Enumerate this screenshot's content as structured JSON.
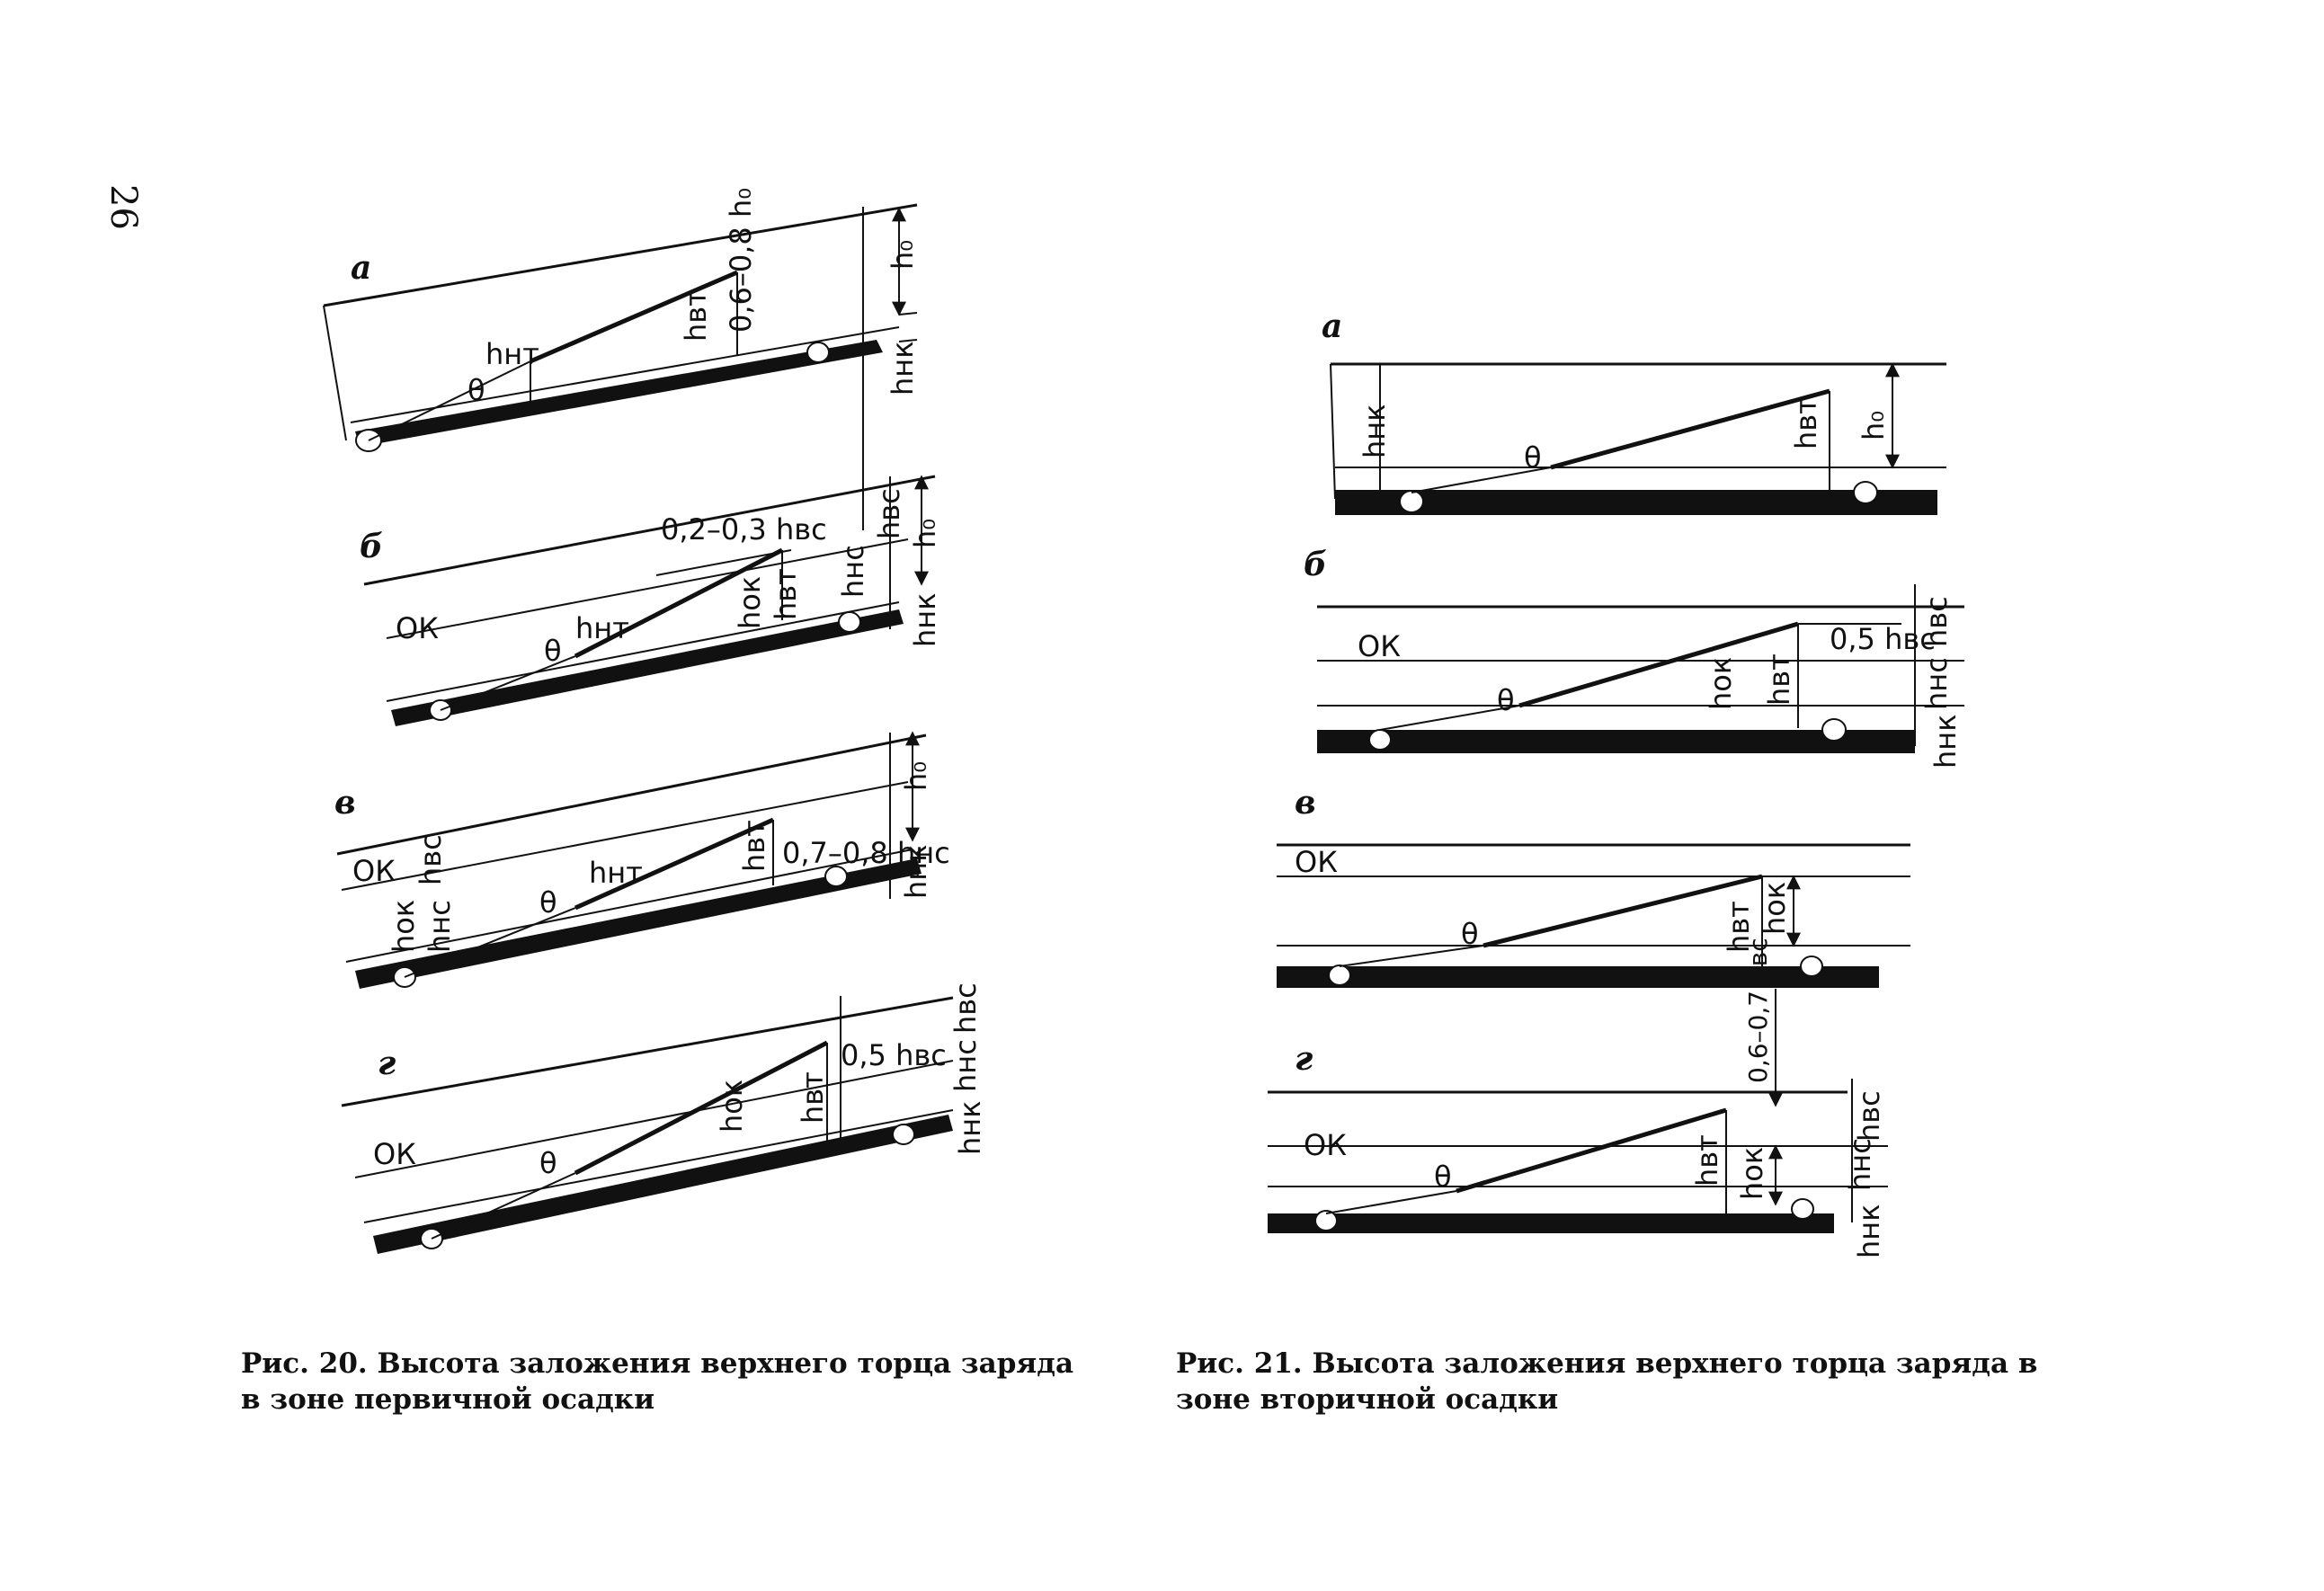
{
  "page_number": "26",
  "figure_20": {
    "caption": "Рис. 20. Высота заложения верхнего торца заряда в зоне первичной осадки",
    "panels": {
      "a": {
        "letter": "а",
        "dim_top": "0,6–0,8 h₀",
        "h_vt": "hвт",
        "h_nt": "hнт",
        "theta": "θ",
        "h0": "h₀",
        "h_nk": "hнк"
      },
      "b": {
        "letter": "б",
        "dim_top": "0,2–0,3 hвс",
        "ok": "ОК",
        "h_ok": "hок",
        "h_vt": "hвт",
        "h_nt": "hнт",
        "theta": "θ",
        "h_ns": "hнс",
        "h_vs": "hвс",
        "h0": "h₀",
        "h_nk": "hнк"
      },
      "v": {
        "letter": "в",
        "dim_top": "0,7–0,8 hнс",
        "ok": "ОК",
        "h_vs": "hвс",
        "h_ok": "hок",
        "h_ns": "hнс",
        "h_nt": "hнт",
        "theta": "θ",
        "h_vt": "hвт",
        "h0": "h₀",
        "h_nk": "hнк"
      },
      "g": {
        "letter": "г",
        "dim_top": "0,5 hвс",
        "ok": "ОК",
        "theta": "θ",
        "h_ok": "hок",
        "h_vt": "hвт",
        "h_vs": "hвс",
        "h_ns": "hнс",
        "h_nk": "hнк"
      }
    }
  },
  "figure_21": {
    "caption": "Рис. 21. Высота заложения верхнего торца заряда в зоне вторичной осадки",
    "panels": {
      "a": {
        "letter": "а",
        "h_nk": "hнк",
        "theta": "θ",
        "h_vt": "hвт",
        "h0": "h₀"
      },
      "b": {
        "letter": "б",
        "ok": "ОК",
        "dim_top": "0,5 hвс",
        "theta": "θ",
        "h_ok": "hок",
        "h_vt": "hвт",
        "h_vs": "hвс",
        "h_ns": "hнс",
        "h_nk": "hнк"
      },
      "v": {
        "letter": "в",
        "ok": "ОК",
        "theta": "θ",
        "h_vt": "hвт",
        "h_ok": "hок"
      },
      "g": {
        "letter": "г",
        "ok": "ОК",
        "dim_top": "0,6–0,7 hвс",
        "theta": "θ",
        "h_vt": "hвт",
        "h_ok": "hок",
        "h_vs": "hвс",
        "h_ns": "hнс",
        "h_nk": "hнк"
      }
    }
  }
}
